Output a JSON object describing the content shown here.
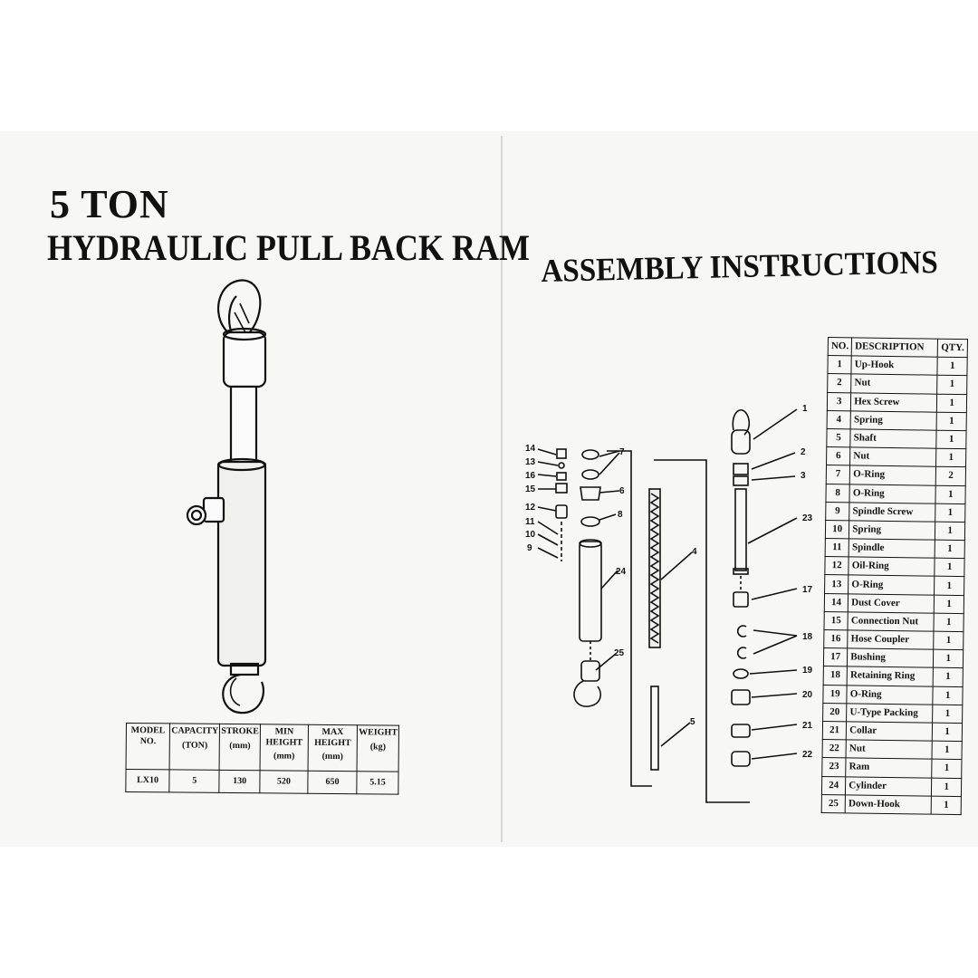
{
  "left_page": {
    "title_line1": "5 TON",
    "title_line2": "HYDRAULIC PULL BACK RAM",
    "spec_table": {
      "headers": [
        {
          "label": "MODEL NO.",
          "unit": ""
        },
        {
          "label": "CAPACITY",
          "unit": "(TON)"
        },
        {
          "label": "STROKE",
          "unit": "(mm)"
        },
        {
          "label": "MIN HEIGHT",
          "unit": "(mm)"
        },
        {
          "label": "MAX HEIGHT",
          "unit": "(mm)"
        },
        {
          "label": "WEIGHT",
          "unit": "(kg)"
        }
      ],
      "row": [
        "LX10",
        "5",
        "130",
        "520",
        "650",
        "5.15"
      ]
    }
  },
  "right_page": {
    "title": "ASSEMBLY INSTRUCTIONS",
    "parts_table": {
      "headers": [
        "NO.",
        "DESCRIPTION",
        "QTY."
      ],
      "rows": [
        {
          "no": "1",
          "desc": "Up-Hook",
          "qty": "1"
        },
        {
          "no": "2",
          "desc": "Nut",
          "qty": "1"
        },
        {
          "no": "3",
          "desc": "Hex Screw",
          "qty": "1"
        },
        {
          "no": "4",
          "desc": "Spring",
          "qty": "1"
        },
        {
          "no": "5",
          "desc": "Shaft",
          "qty": "1"
        },
        {
          "no": "6",
          "desc": "Nut",
          "qty": "1"
        },
        {
          "no": "7",
          "desc": "O-Ring",
          "qty": "2"
        },
        {
          "no": "8",
          "desc": "O-Ring",
          "qty": "1"
        },
        {
          "no": "9",
          "desc": "Spindle Screw",
          "qty": "1"
        },
        {
          "no": "10",
          "desc": "Spring",
          "qty": "1"
        },
        {
          "no": "11",
          "desc": "Spindle",
          "qty": "1"
        },
        {
          "no": "12",
          "desc": "Oil-Ring",
          "qty": "1"
        },
        {
          "no": "13",
          "desc": "O-Ring",
          "qty": "1"
        },
        {
          "no": "14",
          "desc": "Dust Cover",
          "qty": "1"
        },
        {
          "no": "15",
          "desc": "Connection Nut",
          "qty": "1"
        },
        {
          "no": "16",
          "desc": "Hose Coupler",
          "qty": "1"
        },
        {
          "no": "17",
          "desc": "Bushing",
          "qty": "1"
        },
        {
          "no": "18",
          "desc": "Retaining Ring",
          "qty": "1"
        },
        {
          "no": "19",
          "desc": "O-Ring",
          "qty": "1"
        },
        {
          "no": "20",
          "desc": "U-Type Packing",
          "qty": "1"
        },
        {
          "no": "21",
          "desc": "Collar",
          "qty": "1"
        },
        {
          "no": "22",
          "desc": "Nut",
          "qty": "1"
        },
        {
          "no": "23",
          "desc": "Ram",
          "qty": "1"
        },
        {
          "no": "24",
          "desc": "Cylinder",
          "qty": "1"
        },
        {
          "no": "25",
          "desc": "Down-Hook",
          "qty": "1"
        }
      ]
    },
    "callouts": [
      "1",
      "2",
      "3",
      "4",
      "5",
      "6",
      "7",
      "8",
      "9",
      "10",
      "11",
      "12",
      "13",
      "14",
      "15",
      "16",
      "17",
      "18",
      "19",
      "20",
      "21",
      "22",
      "23",
      "24",
      "25"
    ]
  }
}
